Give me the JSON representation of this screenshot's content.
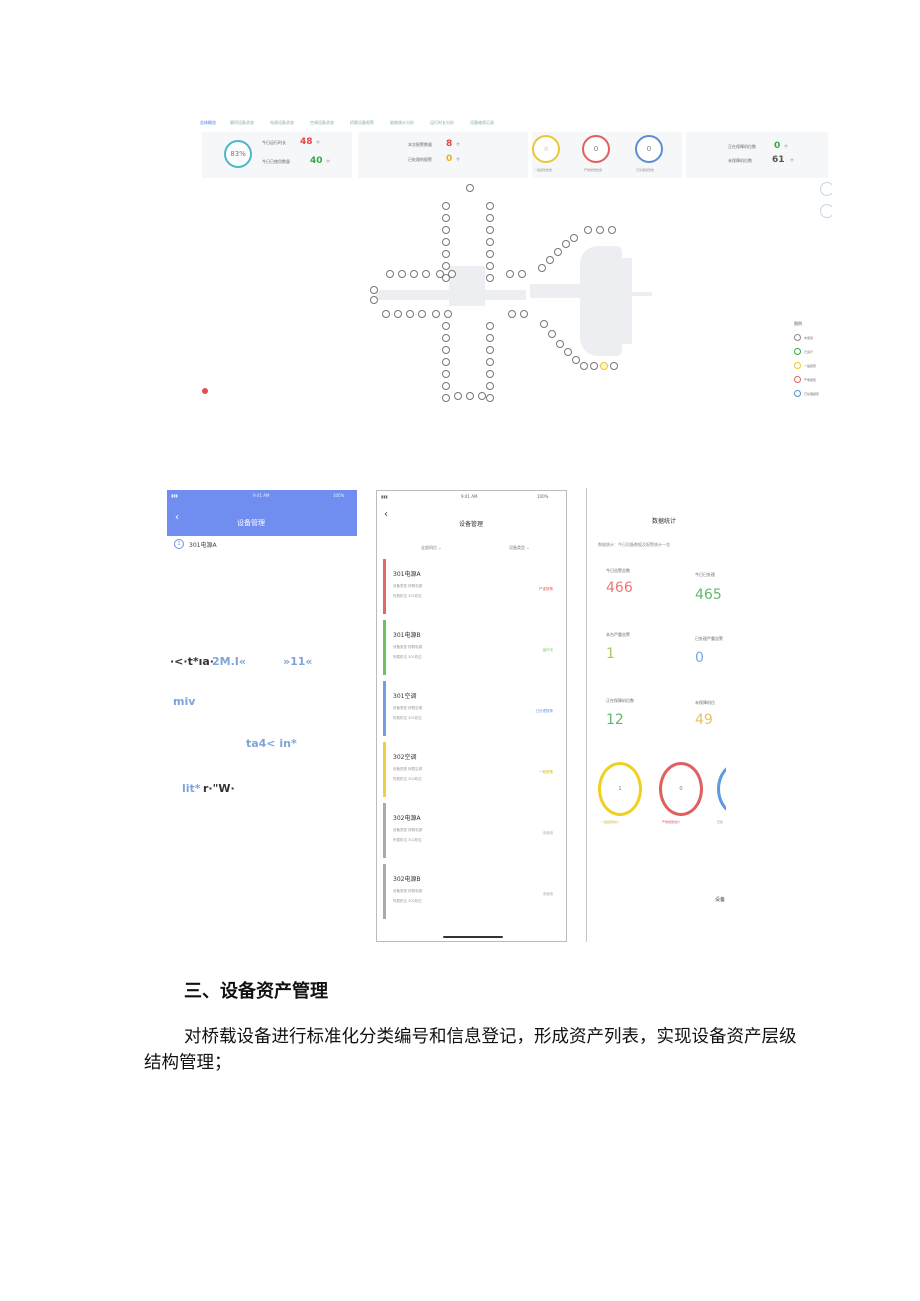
{
  "dashboard": {
    "tabs": [
      "总体概览",
      "廊桥设备状态",
      "电源设备状态",
      "空调设备状态",
      "桥载设备报警",
      "能耗统计分析",
      "运行时长分析",
      "设备维保记录"
    ],
    "gauge_percent": "83%",
    "stats": [
      {
        "label": "今日运行时长",
        "value": "48",
        "unit": "个",
        "color": "#e64545"
      },
      {
        "label": "今日已使用数量",
        "value": "40",
        "unit": "个",
        "color": "#35a845"
      },
      {
        "label": "本次报警数量",
        "value": "8",
        "unit": "个",
        "color": "#e64545"
      },
      {
        "label": "已处理的报警",
        "value": "0",
        "unit": "个",
        "color": "#e6b020"
      }
    ],
    "rings": [
      {
        "value": "",
        "caption": "一般报警数量",
        "color": "#e8c838"
      },
      {
        "value": "0",
        "caption": "严重报警数量",
        "color": "#e06060"
      },
      {
        "value": "0",
        "caption": "已处理报警数",
        "color": "#5b8fd0"
      }
    ],
    "right_stats": [
      {
        "label": "正在保障机位数",
        "value": "0",
        "unit": "个",
        "color": "#35a845"
      },
      {
        "label": "未保障机位数",
        "value": "61",
        "unit": "个",
        "color": "#555555"
      }
    ],
    "legend": {
      "title": "图例",
      "items": [
        {
          "label": "未使用",
          "color": "#888888"
        },
        {
          "label": "已运行",
          "color": "#35a845"
        },
        {
          "label": "一般报警",
          "color": "#e8c838"
        },
        {
          "label": "严重报警",
          "color": "#e06060"
        },
        {
          "label": "已处理报警",
          "color": "#5b8fd0"
        }
      ]
    }
  },
  "phone1": {
    "status_time": "9:41 AM",
    "status_batt": "100%",
    "title": "设备管理",
    "first_row_num": "1",
    "first_row_name": "301电源A",
    "ocr_lines": [
      "·<·t*ıa·",
      "2M.I«",
      "»11«",
      "miv",
      "ta4< in*",
      "lit*",
      "r·\"W·"
    ]
  },
  "phone2": {
    "status_time": "9:41 AM",
    "status_batt": "100%",
    "title": "设备管理",
    "filter_left": "全部机位 ⌄",
    "filter_right": "设备类型 ⌄",
    "cards": [
      {
        "name": "301电源A",
        "line1": "设备类型  桥载电源",
        "line2": "所属机位  301机位",
        "status": "严重报警",
        "color": "#e06868"
      },
      {
        "name": "301电源B",
        "line1": "设备类型  桥载电源",
        "line2": "所属机位  301机位",
        "status": "运行中",
        "color": "#72c060"
      },
      {
        "name": "301空调",
        "line1": "设备类型  桥载空调",
        "line2": "所属机位  301机位",
        "status": "已处理报警",
        "color": "#70a0e0"
      },
      {
        "name": "302空调",
        "line1": "设备类型  桥载空调",
        "line2": "所属机位  302机位",
        "status": "一般报警",
        "color": "#f0d040"
      },
      {
        "name": "302电源A",
        "line1": "设备类型  桥载电源",
        "line2": "所属机位  302机位",
        "status": "未使用",
        "color": "#a8aab0"
      },
      {
        "name": "302电源B",
        "line1": "设备类型  桥载电源",
        "line2": "所属机位  302机位",
        "status": "未使用",
        "color": "#a8aab0"
      }
    ]
  },
  "phone3": {
    "title": "数据统计",
    "subtitle": "数据统计：今日设备数据及报警统计一览",
    "cells": [
      {
        "label": "今日告警总数",
        "value": "466",
        "color": "#e87878"
      },
      {
        "label": "今日已处理",
        "value": "465",
        "color": "#62b86a"
      },
      {
        "label": "本台严重告警",
        "value": "1",
        "color": "#a8c860"
      },
      {
        "label": "已处理严重告警",
        "value": "0",
        "color": "#78a8e0"
      },
      {
        "label": "正在保障机位数",
        "value": "12",
        "color": "#62b86a"
      },
      {
        "label": "未保障机位",
        "value": "49",
        "color": "#e8c060"
      }
    ],
    "rings": [
      {
        "value": "1",
        "caption": "一般报警统计",
        "color": "#f0d020"
      },
      {
        "value": "0",
        "caption": "严重报警统计",
        "color": "#e06060"
      },
      {
        "value": "",
        "caption": "已处",
        "color": "#5b9be0"
      }
    ],
    "footer": "设备"
  },
  "section": {
    "heading": "三、设备资产管理",
    "paragraph": "对桥载设备进行标准化分类编号和信息登记，形成资产列表，实现设备资产层级结构管理；"
  }
}
